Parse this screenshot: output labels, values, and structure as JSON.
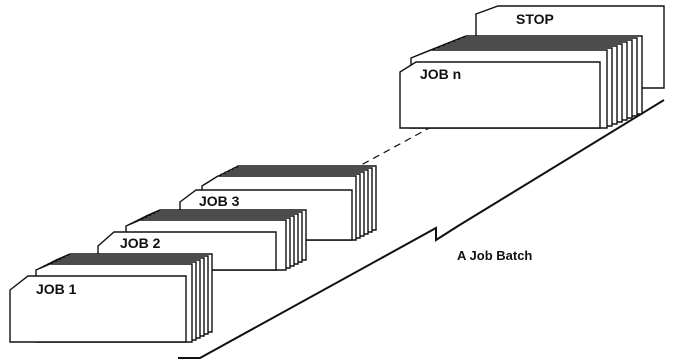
{
  "diagram": {
    "stacks": [
      {
        "id": "stop",
        "label": "STOP"
      },
      {
        "id": "job-n",
        "label": "JOB n"
      },
      {
        "id": "job-3",
        "label": "JOB 3"
      },
      {
        "id": "job-2",
        "label": "JOB 2"
      },
      {
        "id": "job-1",
        "label": "JOB 1"
      }
    ],
    "batch_label": "A Job Batch"
  }
}
